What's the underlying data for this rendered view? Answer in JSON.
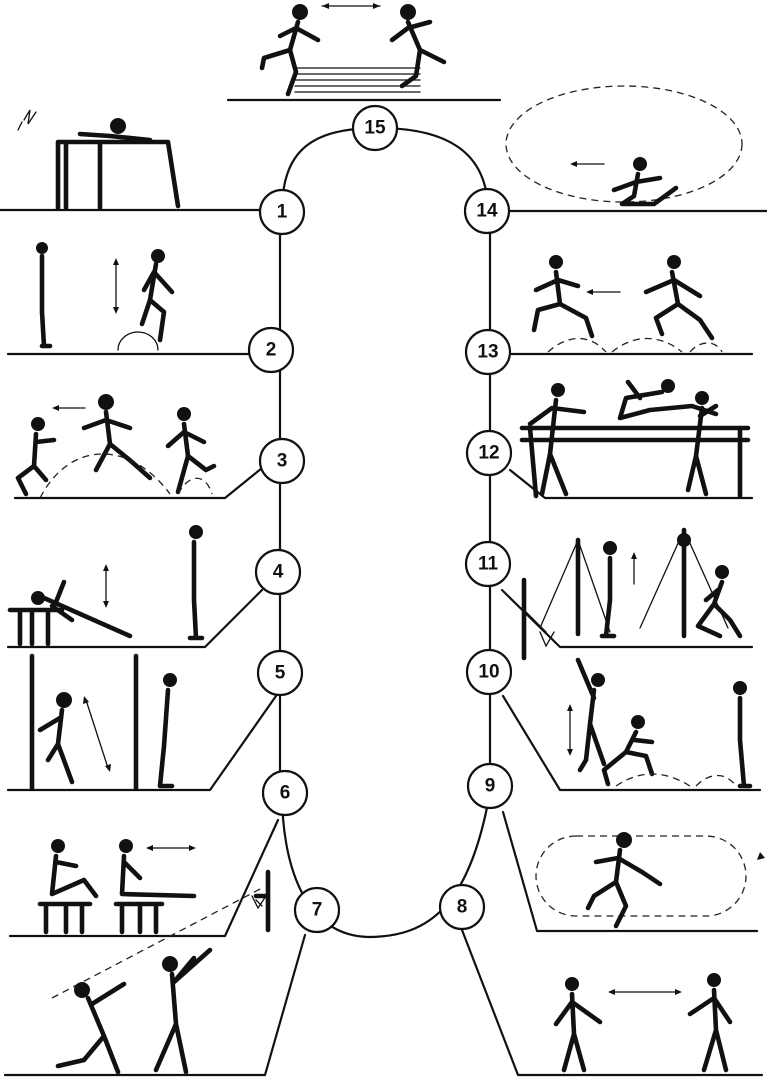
{
  "circuit": {
    "stations": [
      {
        "id": "station-1",
        "label": "1"
      },
      {
        "id": "station-2",
        "label": "2"
      },
      {
        "id": "station-3",
        "label": "3"
      },
      {
        "id": "station-4",
        "label": "4"
      },
      {
        "id": "station-5",
        "label": "5"
      },
      {
        "id": "station-6",
        "label": "6"
      },
      {
        "id": "station-7",
        "label": "7"
      },
      {
        "id": "station-8",
        "label": "8"
      },
      {
        "id": "station-9",
        "label": "9"
      },
      {
        "id": "station-10",
        "label": "10"
      },
      {
        "id": "station-11",
        "label": "11"
      },
      {
        "id": "station-12",
        "label": "12"
      },
      {
        "id": "station-13",
        "label": "13"
      },
      {
        "id": "station-14",
        "label": "14"
      },
      {
        "id": "station-15",
        "label": "15"
      }
    ]
  }
}
